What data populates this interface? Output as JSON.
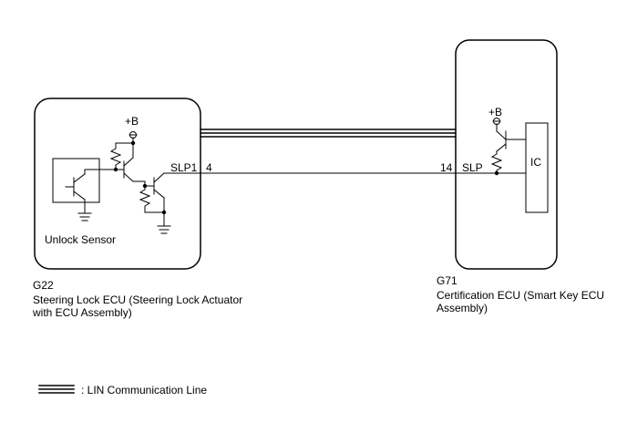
{
  "left_ecu": {
    "code": "G22",
    "name": "Steering Lock ECU (Steering Lock Actuator with ECU Assembly)",
    "sensor_label": "Unlock Sensor",
    "supply": "+B",
    "pin_name": "SLP1",
    "pin_number": "4"
  },
  "right_ecu": {
    "code": "G71",
    "name": "Certification ECU (Smart Key ECU Assembly)",
    "supply": "+B",
    "pin_name": "SLP",
    "pin_number": "14",
    "ic_label": "IC"
  },
  "legend": {
    "text": ": LIN Communication Line"
  }
}
